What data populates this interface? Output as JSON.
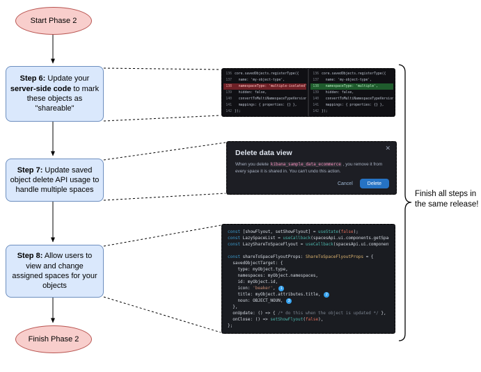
{
  "flow": {
    "start_label": "Start Phase 2",
    "finish_label": "Finish Phase 2",
    "steps": [
      {
        "prefix": "Step 6:",
        "pre": " Update your ",
        "bold": "server-side code",
        "post": " to mark these objects as \"shareable\""
      },
      {
        "prefix": "Step 7:",
        "text": " Update saved object delete API usage to handle multiple spaces"
      },
      {
        "prefix": "Step 8:",
        "text": " Allow users to view and change assigned spaces for your objects"
      }
    ]
  },
  "note": "Finish all steps in the same release!",
  "dialog": {
    "title": "Delete data view",
    "close_icon": "✕",
    "body_pre": "When you delete ",
    "body_code": "kibana_sample_data_ecommerce",
    "body_post": " , you remove it from every space it is shared in. You can't undo this action.",
    "cancel_label": "Cancel",
    "delete_label": "Delete"
  },
  "diff": {
    "left_lines": [
      {
        "no": "136",
        "y": "ctx",
        "t": "core.savedObjects.registerType({"
      },
      {
        "no": "137",
        "y": "ctx",
        "t": "  name: 'my-object-type',"
      },
      {
        "no": "138",
        "y": "del",
        "t": "  namespaceType: 'multiple-isolated',"
      },
      {
        "no": "139",
        "y": "ctx",
        "t": "  hidden: false,"
      },
      {
        "no": "140",
        "y": "ctx",
        "t": "  convertToMultiNamespaceTypeVersion:"
      },
      {
        "no": "141",
        "y": "ctx",
        "t": "  mappings: { properties: {} },"
      },
      {
        "no": "142",
        "y": "ctx",
        "t": "});"
      }
    ],
    "right_lines": [
      {
        "no": "136",
        "y": "ctx",
        "t": "core.savedObjects.registerType({"
      },
      {
        "no": "137",
        "y": "ctx",
        "t": "  name: 'my-object-type',"
      },
      {
        "no": "138",
        "y": "add",
        "t": "  namespaceType: 'multiple',"
      },
      {
        "no": "139",
        "y": "ctx",
        "t": "  hidden: false,"
      },
      {
        "no": "140",
        "y": "ctx",
        "t": "  convertToMultiNamespaceTypeVersion:"
      },
      {
        "no": "141",
        "y": "ctx",
        "t": "  mappings: { properties: {} },"
      },
      {
        "no": "142",
        "y": "ctx",
        "t": "});"
      }
    ]
  },
  "code": {
    "lines": [
      [
        [
          "kw",
          "const"
        ],
        [
          "id",
          " [showFlyout, setShowFlyout] = "
        ],
        [
          "fn",
          "useState"
        ],
        [
          "pn",
          "("
        ],
        [
          "bool",
          "false"
        ],
        [
          "pn",
          ");"
        ]
      ],
      [
        [
          "kw",
          "const"
        ],
        [
          "id",
          " LazySpaceList = "
        ],
        [
          "fn",
          "useCallback"
        ],
        [
          "pn",
          "("
        ],
        [
          "id",
          "spacesApi.ui.components.getSpaceList"
        ]
      ],
      [
        [
          "kw",
          "const"
        ],
        [
          "id",
          " LazyShareToSpaceFlyout = "
        ],
        [
          "fn",
          "useCallback"
        ],
        [
          "pn",
          "("
        ],
        [
          "id",
          "spacesApi.ui.components.getShareToSpaceFlyout"
        ]
      ],
      [],
      [
        [
          "kw",
          "const"
        ],
        [
          "id",
          " shareToSpaceFlyoutProps: "
        ],
        [
          "type",
          "ShareToSpaceFlyoutProps"
        ],
        [
          "id",
          " = {"
        ]
      ],
      [
        [
          "id",
          "  savedObjectTarget: {"
        ]
      ],
      [
        [
          "id",
          "    type: myObject.type,"
        ]
      ],
      [
        [
          "id",
          "    namespaces: myObject.namespaces,"
        ]
      ],
      [
        [
          "id",
          "    id: myObject.id,"
        ]
      ],
      [
        [
          "id",
          "    icon: "
        ],
        [
          "str",
          "'beaker'"
        ],
        [
          "id",
          ", "
        ],
        [
          "badge",
          "1"
        ]
      ],
      [
        [
          "id",
          "    title: myObject.attributes.title, "
        ],
        [
          "badge",
          "2"
        ]
      ],
      [
        [
          "id",
          "    noun: OBJECT_NOUN, "
        ],
        [
          "badge",
          "3"
        ]
      ],
      [
        [
          "id",
          "  },"
        ]
      ],
      [
        [
          "id",
          "  onUpdate: () => { "
        ],
        [
          "cmt",
          "/* do this when the object is updated */"
        ],
        [
          "id",
          " },"
        ]
      ],
      [
        [
          "id",
          "  onClose: () => "
        ],
        [
          "fn",
          "setShowFlyout"
        ],
        [
          "pn",
          "("
        ],
        [
          "bool",
          "false"
        ],
        [
          "pn",
          "),"
        ]
      ],
      [
        [
          "id",
          "};"
        ]
      ]
    ]
  },
  "colors": {
    "step_fill": "#dae8fc",
    "step_border": "#6c8ebf",
    "terminal_fill": "#f8cecc",
    "terminal_border": "#b85450",
    "screenshot_bg": "#1d1e24",
    "delete_button": "#2673c4",
    "badge": "#36a2ef",
    "diff_delete_bg": "#6e2026",
    "diff_add_bg": "#1f5c2d"
  }
}
